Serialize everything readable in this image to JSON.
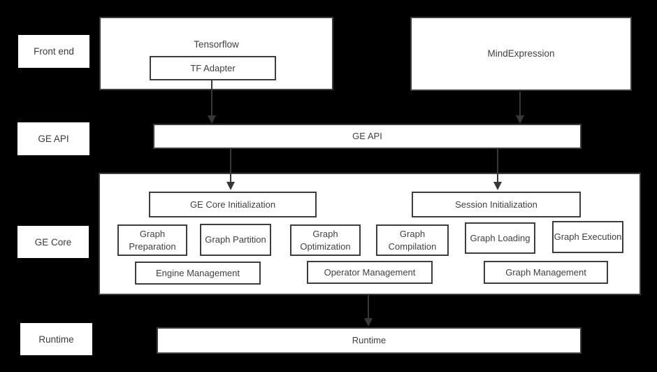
{
  "colors": {
    "background": "#000000",
    "box_fill": "#ffffff",
    "box_border": "#3d3d3d",
    "text": "#3f3f3f",
    "arrow": "#383838"
  },
  "side_labels": {
    "front_end": "Front end",
    "ge_api": "GE API",
    "ge_core": "GE Core",
    "runtime": "Runtime"
  },
  "front_end_layer": {
    "tensorflow": "Tensorflow",
    "tf_adapter": "TF Adapter",
    "mind_expression": "MindExpression"
  },
  "ge_api_layer": {
    "label": "GE API"
  },
  "ge_core_layer": {
    "core_init": "GE Core Initialization",
    "session_init": "Session Initialization",
    "stages": [
      "Graph Preparation",
      "Graph Partition",
      "Graph Optimization",
      "Graph Compilation",
      "Graph Loading",
      "Graph Execution"
    ],
    "management": [
      "Engine Management",
      "Operator Management",
      "Graph Management"
    ]
  },
  "runtime_layer": {
    "label": "Runtime"
  }
}
